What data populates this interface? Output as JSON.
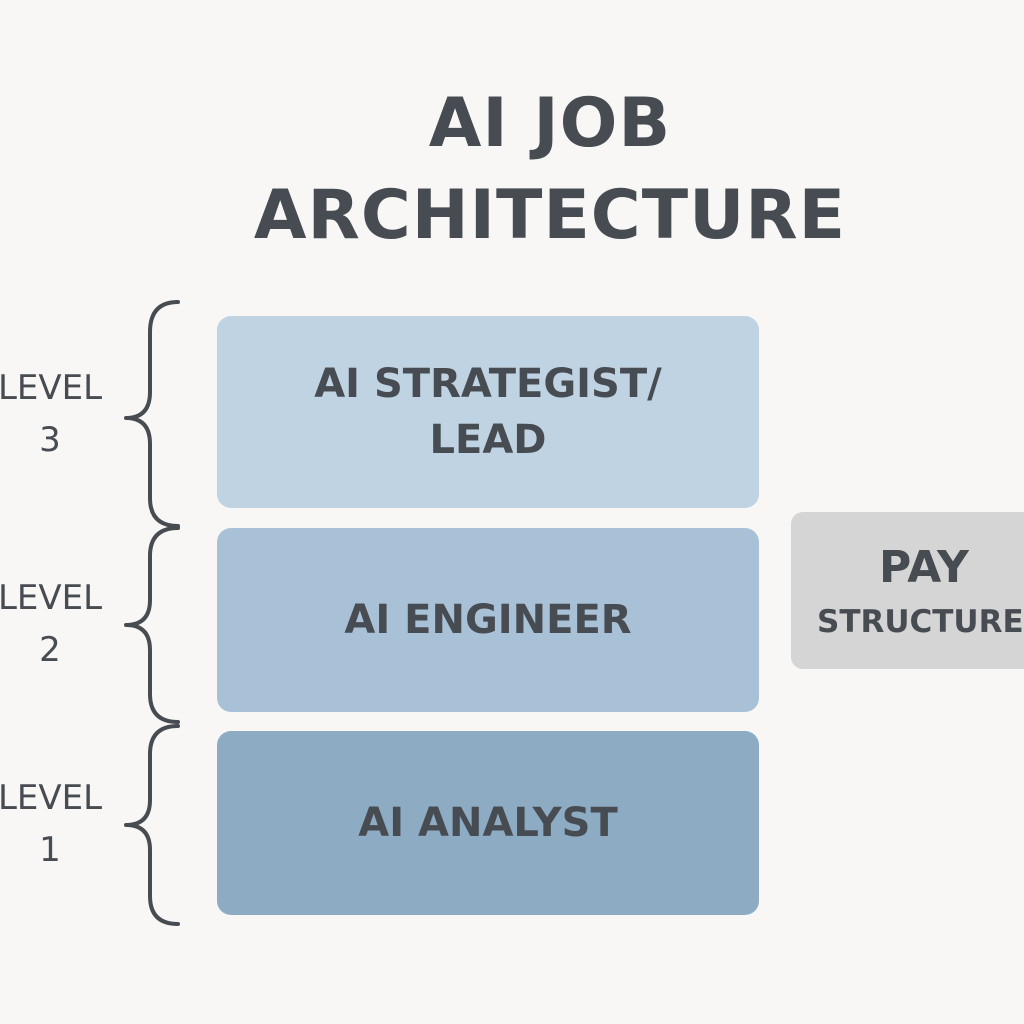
{
  "title": {
    "line1": "AI JOB",
    "line2": "ARCHITECTURE"
  },
  "levels": [
    {
      "label": "LEVEL",
      "number": "3",
      "role_line1": "AI STRATEGIST/",
      "role_line2": "LEAD",
      "color": "#c0d3e2"
    },
    {
      "label": "LEVEL",
      "number": "2",
      "role_line1": "AI ENGINEER",
      "role_line2": "",
      "color": "#a8c1d7"
    },
    {
      "label": "LEVEL",
      "number": "1",
      "role_line1": "AI ANALYST",
      "role_line2": "",
      "color": "#8eabc4"
    }
  ],
  "pay_structure": {
    "line1": "PAY",
    "line2": "STRUCTURE"
  }
}
